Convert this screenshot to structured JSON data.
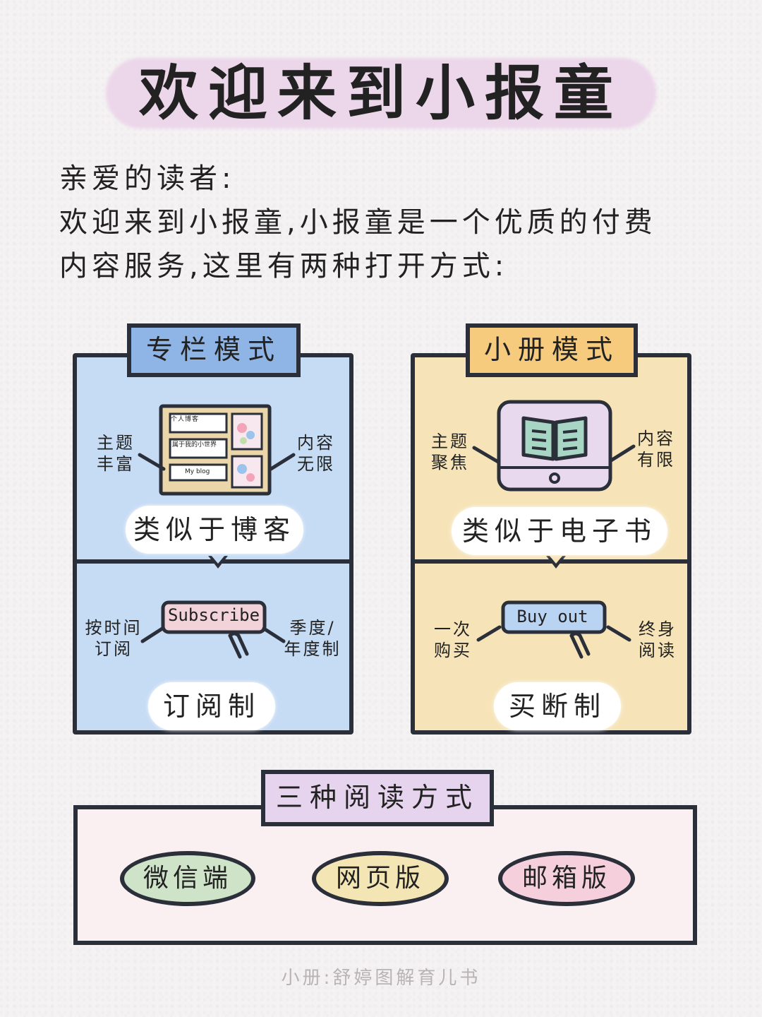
{
  "title": "欢迎来到小报童",
  "intro": {
    "lines": [
      "亲爱的读者:",
      "欢迎来到小报童,小报童是一个优质的付费",
      "内容服务,这里有两种打开方式:"
    ]
  },
  "column_mode": {
    "tab": "专栏模式",
    "left_note": [
      "主题",
      "丰富"
    ],
    "right_note": [
      "内容",
      "无限"
    ],
    "board_labels": [
      "个人博客",
      "属于我的小世界",
      "My blog"
    ],
    "pill": "类似于博客",
    "button": "Subscribe",
    "left_note2": [
      "按时间",
      "订阅"
    ],
    "right_note2": [
      "季度/",
      "年度制"
    ],
    "pill2": "订阅制",
    "color": "#c6dbf4"
  },
  "booklet_mode": {
    "tab": "小册模式",
    "left_note": [
      "主题",
      "聚焦"
    ],
    "right_note": [
      "内容",
      "有限"
    ],
    "pill": "类似于电子书",
    "button": "Buy out",
    "left_note2": [
      "一次",
      "购买"
    ],
    "right_note2": [
      "终身",
      "阅读"
    ],
    "pill2": "买断制",
    "color": "#f6e4b8"
  },
  "reading": {
    "tab": "三种阅读方式",
    "options": [
      "微信端",
      "网页版",
      "邮箱版"
    ]
  },
  "footer": "小册:舒婷图解育儿书"
}
